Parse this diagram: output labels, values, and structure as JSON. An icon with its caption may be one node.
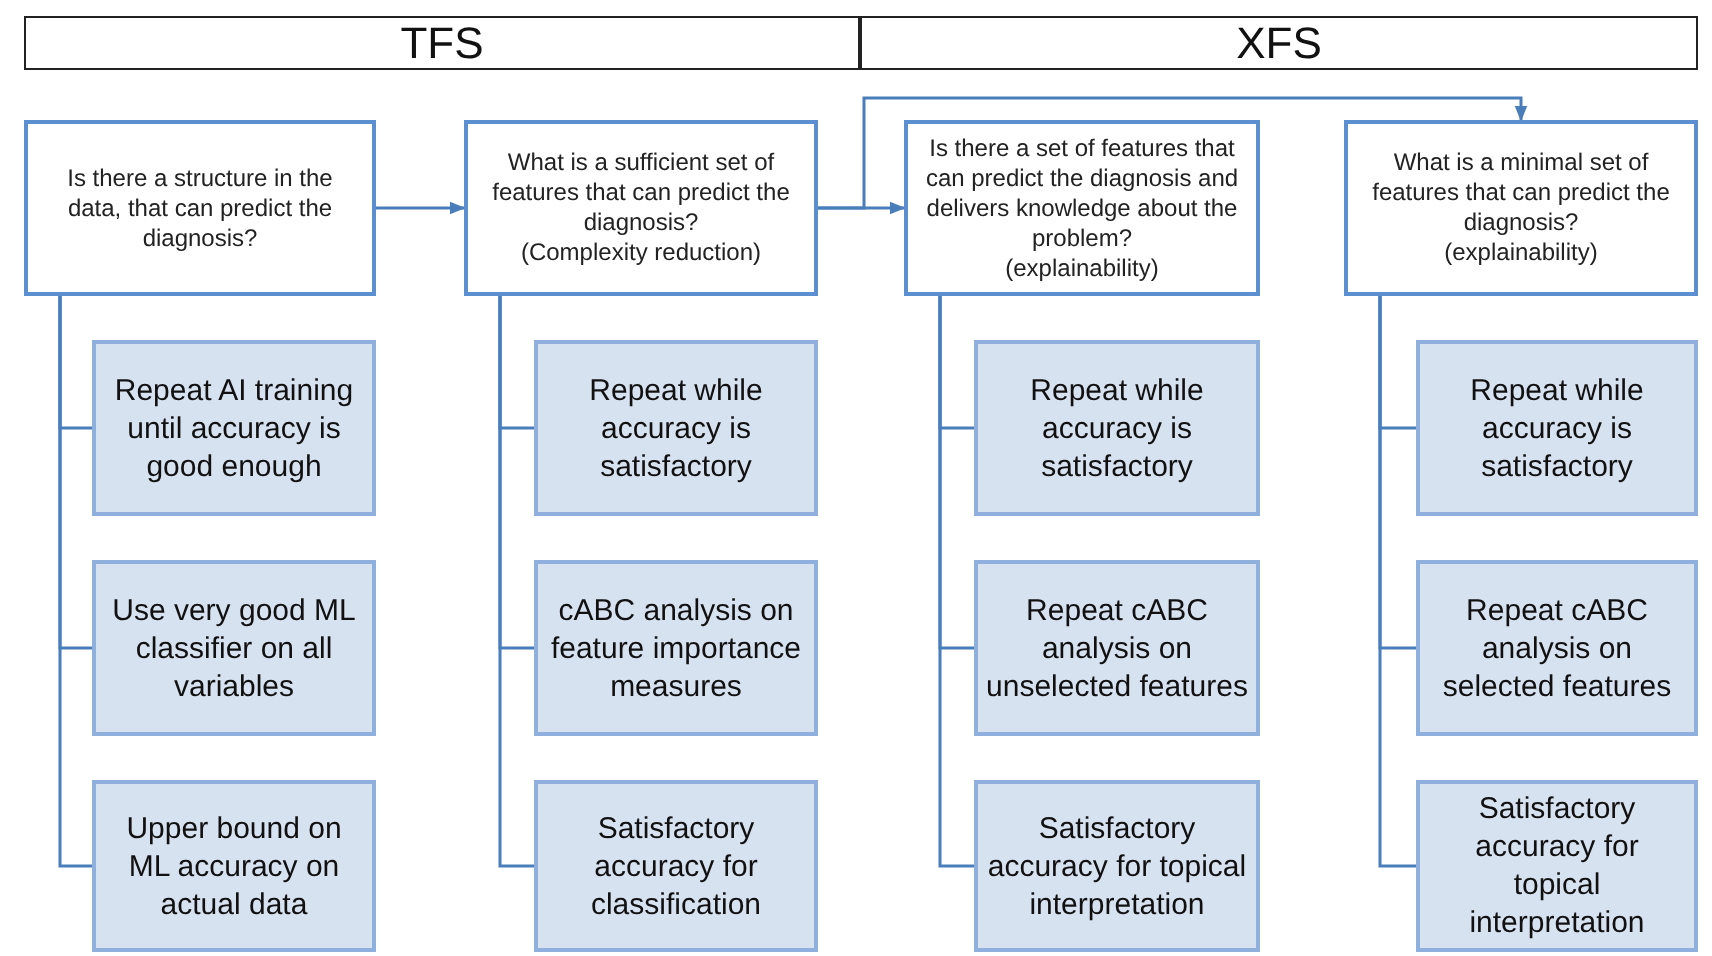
{
  "diagram": {
    "nodes": [
      {
        "text": [
          "TFS"
        ]
      },
      {
        "text": [
          "XFS"
        ]
      },
      {
        "text": [
          "Is there a structure in the data, that can predict the diagnosis?"
        ]
      },
      {
        "text": [
          "What is a sufficient set of features that can predict the diagnosis?",
          "(Complexity reduction)"
        ]
      },
      {
        "text": [
          "Is there a set of features that can predict the diagnosis and delivers knowledge about the problem?",
          "(explainability)"
        ]
      },
      {
        "text": [
          "What is a minimal set of features that can predict the diagnosis?",
          "(explainability)"
        ]
      },
      {
        "text": [
          "Repeat AI training until accuracy is good enough"
        ]
      },
      {
        "text": [
          "Use very good ML classifier on all variables"
        ]
      },
      {
        "text": [
          "Upper bound on ML accuracy on actual data"
        ]
      },
      {
        "text": [
          "Repeat while accuracy is satisfactory"
        ]
      },
      {
        "text": [
          "cABC analysis on feature importance measures"
        ]
      },
      {
        "text": [
          "Satisfactory accuracy for classification"
        ]
      },
      {
        "text": [
          "Repeat while accuracy is satisfactory"
        ]
      },
      {
        "text": [
          "Repeat cABC analysis on unselected features"
        ]
      },
      {
        "text": [
          "Satisfactory accuracy for topical interpretation"
        ]
      },
      {
        "text": [
          "Repeat while accuracy is satisfactory"
        ]
      },
      {
        "text": [
          "Repeat cABC analysis on selected features"
        ]
      },
      {
        "text": [
          "Satisfactory accuracy for topical interpretation"
        ]
      }
    ],
    "edges": [
      {
        "from": 2,
        "to": 3,
        "arrow": "to"
      },
      {
        "from": 3,
        "to": 4,
        "arrow": "to"
      },
      {
        "from": 3,
        "to": 5,
        "arrow": "to"
      },
      {
        "from": 2,
        "to": 6,
        "arrow": "none"
      },
      {
        "from": 2,
        "to": 7,
        "arrow": "none"
      },
      {
        "from": 2,
        "to": 8,
        "arrow": "none"
      },
      {
        "from": 3,
        "to": 9,
        "arrow": "none"
      },
      {
        "from": 3,
        "to": 10,
        "arrow": "none"
      },
      {
        "from": 3,
        "to": 11,
        "arrow": "none"
      },
      {
        "from": 4,
        "to": 12,
        "arrow": "none"
      },
      {
        "from": 4,
        "to": 13,
        "arrow": "none"
      },
      {
        "from": 4,
        "to": 14,
        "arrow": "none"
      },
      {
        "from": 5,
        "to": 15,
        "arrow": "none"
      },
      {
        "from": 5,
        "to": 16,
        "arrow": "none"
      },
      {
        "from": 5,
        "to": 17,
        "arrow": "none"
      }
    ]
  }
}
